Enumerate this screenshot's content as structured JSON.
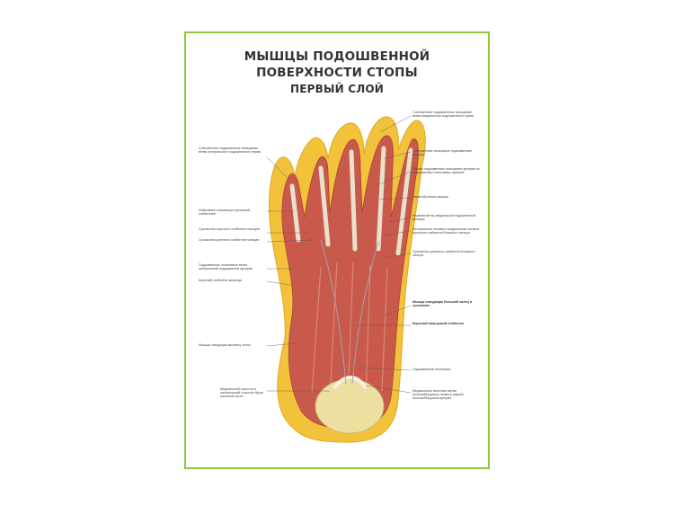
{
  "poster": {
    "title_line1": "МЫШЦЫ ПОДОШВЕННОЙ",
    "title_line2": "ПОВЕРХНОСТИ СТОПЫ",
    "title_line3": "ПЕРВЫЙ СЛОЙ"
  },
  "labels_left": [
    "Собственные подошвенные пальцевые ветви латерального подошвенного нерва",
    "Фиброзные влагалища сухожилий сгибателей",
    "Сухожилия короткого сгибателя пальцев",
    "Сухожилия длинного сгибателя пальцев",
    "Подошвенные плюсневые ветви латеральной подошвенной артерии",
    "Короткий сгибатель мизинца",
    "Мышца отводящая мизинец стопы",
    "Медиальный отросток и латеральный отросток бугра пяточной кости"
  ],
  "labels_right": [
    "Собственные подошвенные пальцевые ветви медиального подошвенного нерва",
    "Собственные пальцевые подошвенные артерии",
    "Общие подошвенные пальцевые артерии из подошвенных плюсневых артерий",
    "Червеобразные мышцы",
    "Нервная ветвь медиальной подошвенной артерии",
    "Латеральная головка и медиальная головка короткого сгибателя большого пальца",
    "Сухожилие длинного сгибателя большого пальца",
    "Мышца отводящая большой палец и сухожилие",
    "Короткий пальцевый сгибатель",
    "Подошвенный апоневроз",
    "Медиальные пяточные ветви большеберцового нерва и задней большеберцовой артерии"
  ],
  "colors": {
    "frame": "#8dc63f",
    "skin": "#f2c23a",
    "muscle": "#c9594a",
    "tendon": "#e8e2cc",
    "heel": "#ede0a0"
  }
}
